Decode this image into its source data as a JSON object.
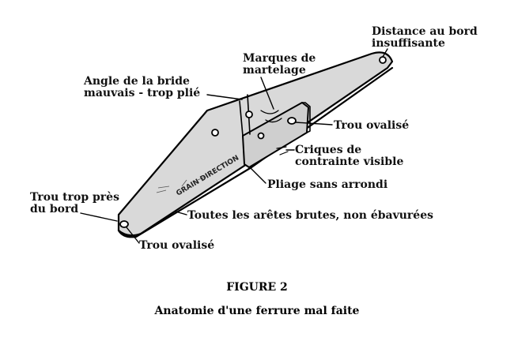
{
  "labels": {
    "edge_distance_line1": "Distance au bord",
    "edge_distance_line2": "insuffisante",
    "hammer_marks_line1": "Marques de",
    "hammer_marks_line2": "martelage",
    "flange_angle_line1": "Angle de la bride",
    "flange_angle_line2": "mauvais - trop plié",
    "elongated_hole_right": "Trou ovalisé",
    "stress_cracks_line1": "Criques de",
    "stress_cracks_line2": "contrainte visible",
    "sharp_bend": "Pliage sans arrondi",
    "hole_too_close_line1": "Trou trop près",
    "hole_too_close_line2": "du bord",
    "rough_edges": "Toutes les arêtes brutes, non ébavurées",
    "elongated_hole_bottom": "Trou ovalisé",
    "grain_direction": "GRAIN DIRECTION"
  },
  "caption": {
    "figure": "FIGURE 2",
    "title": "Anatomie d'une ferrure mal faite"
  }
}
